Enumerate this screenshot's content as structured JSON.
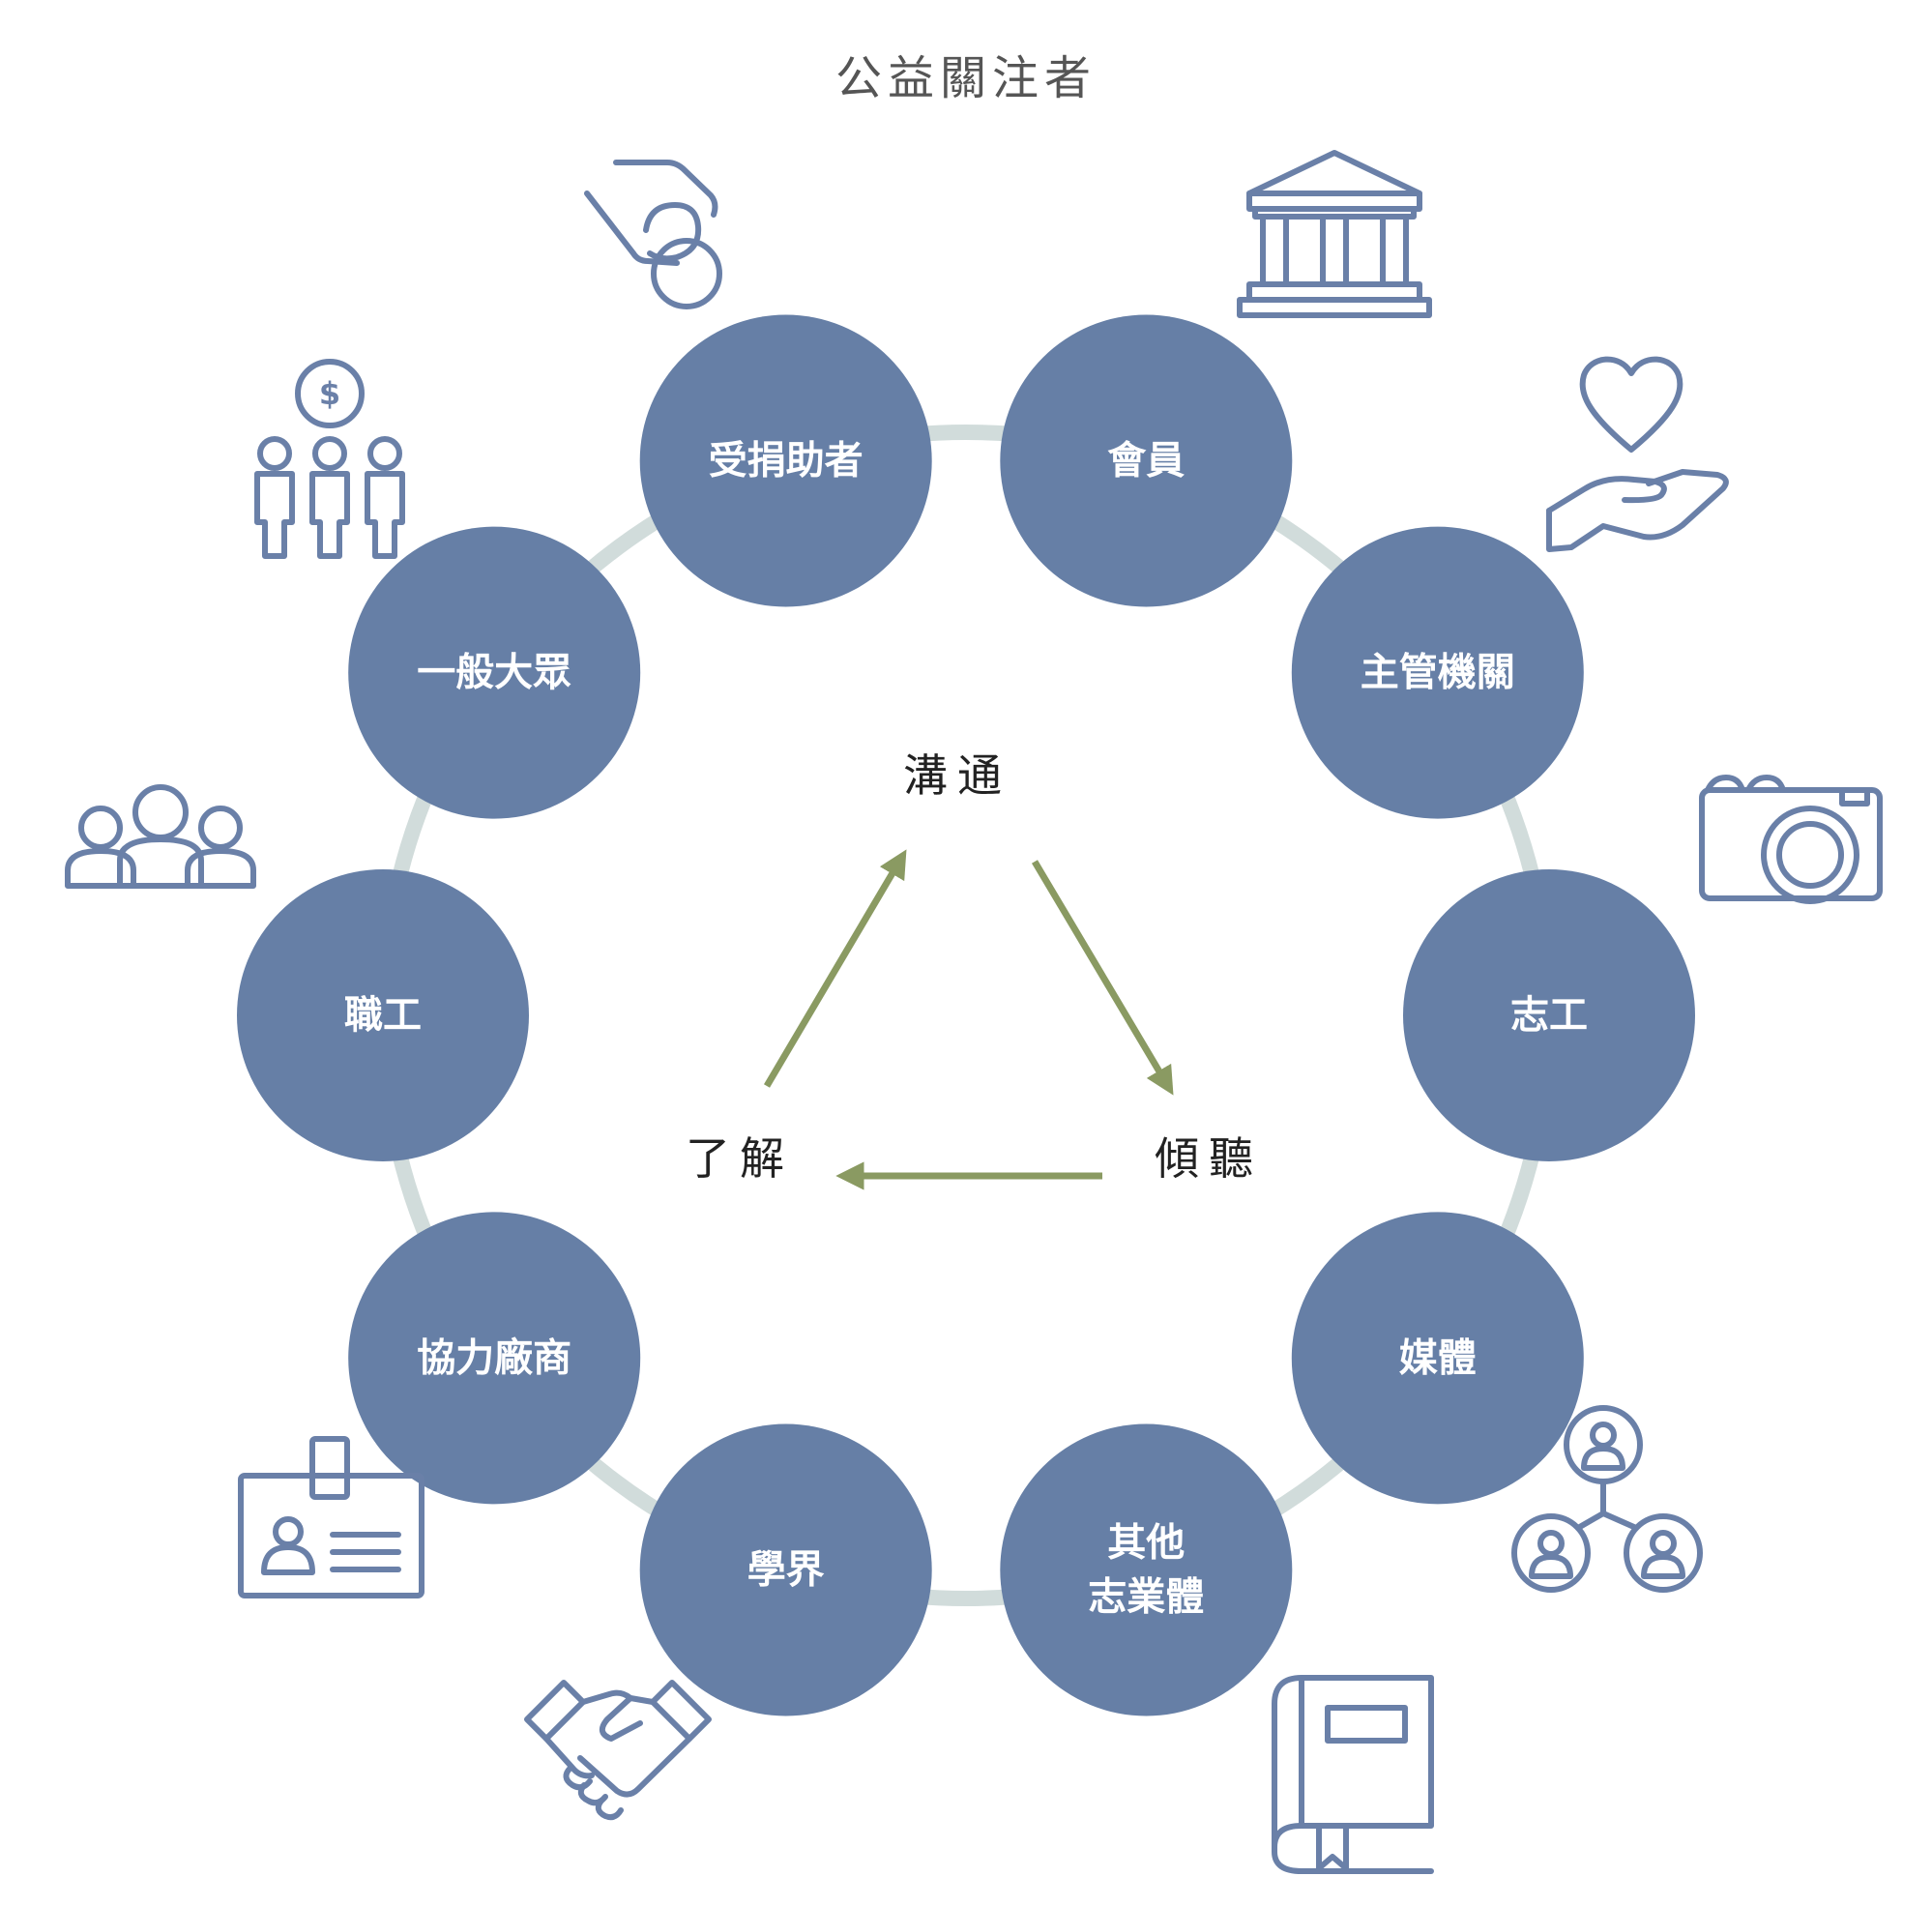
{
  "title": "公益關注者",
  "colors": {
    "node_fill": "#667fa6",
    "ring": "#d1dcdb",
    "arrow": "#8a9a62",
    "icon_stroke": "#6a80a8"
  },
  "nodes": [
    {
      "id": "member",
      "lines": [
        "會員"
      ],
      "icon": "coin-hand-icon"
    },
    {
      "id": "authority",
      "lines": [
        "主管機關"
      ],
      "icon": "government-building-icon"
    },
    {
      "id": "volunteer",
      "lines": [
        "志工"
      ],
      "icon": "heart-hand-icon"
    },
    {
      "id": "media",
      "lines": [
        "媒體"
      ],
      "icon": "camera-icon"
    },
    {
      "id": "other-orgs",
      "lines": [
        "其他",
        "志業體"
      ],
      "icon": "network-people-icon"
    },
    {
      "id": "academia",
      "lines": [
        "學界"
      ],
      "icon": "book-icon"
    },
    {
      "id": "vendors",
      "lines": [
        "協力廠商"
      ],
      "icon": "handshake-icon"
    },
    {
      "id": "staff",
      "lines": [
        "職工"
      ],
      "icon": "id-badge-icon"
    },
    {
      "id": "public",
      "lines": [
        "一般大眾"
      ],
      "icon": "group-people-icon"
    },
    {
      "id": "beneficiaries",
      "lines": [
        "受捐助者"
      ],
      "icon": "people-dollar-icon"
    }
  ],
  "icon_text": {
    "dollar": "$"
  },
  "cycle": {
    "top": "溝通",
    "right": "傾聽",
    "left": "了解"
  }
}
